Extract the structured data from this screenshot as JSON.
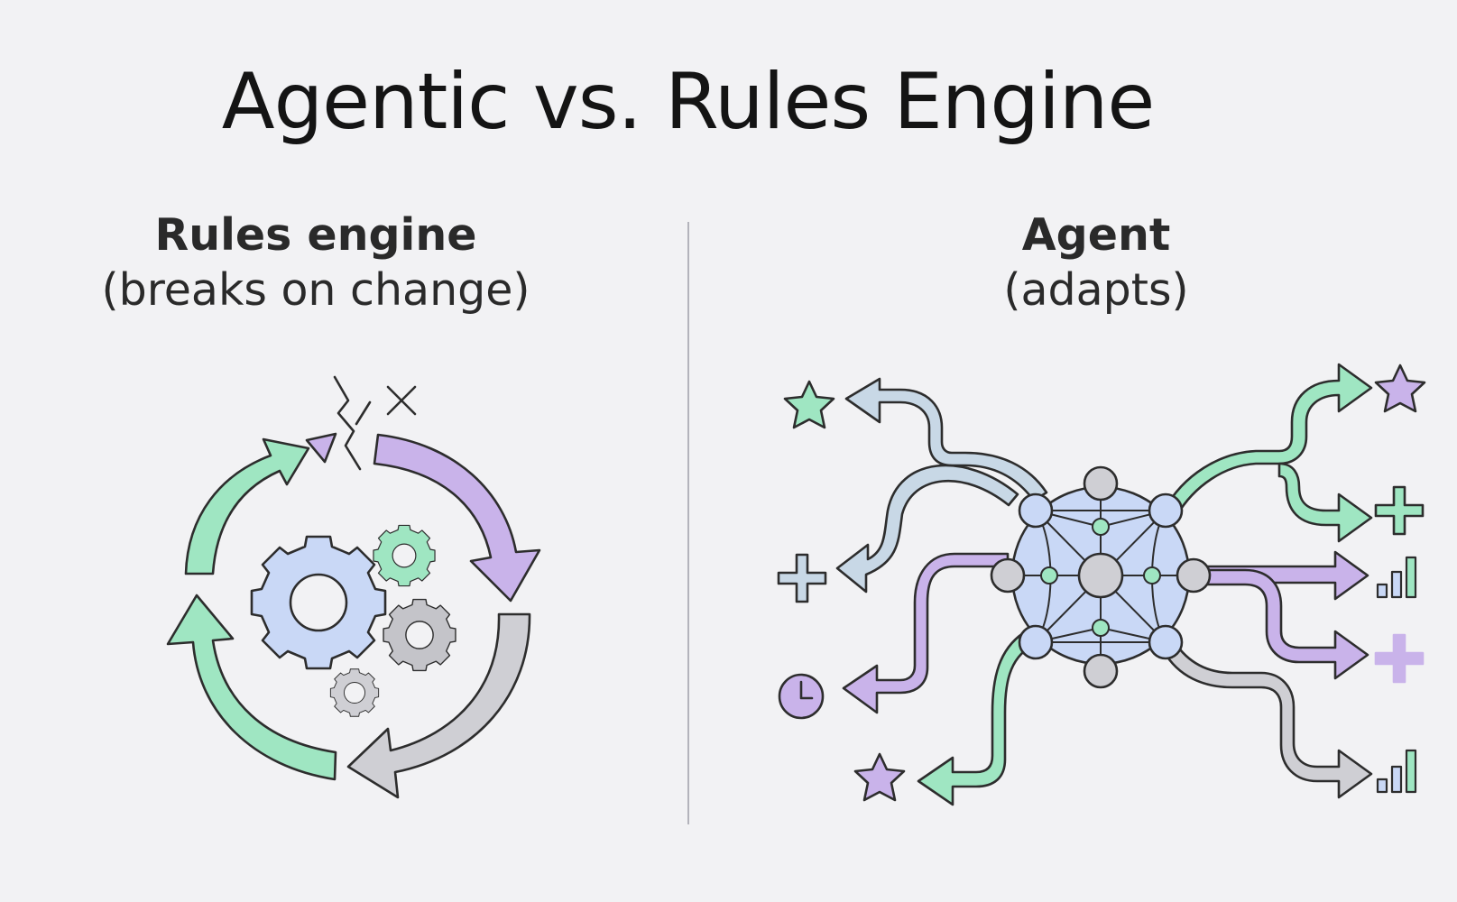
{
  "title": "Agentic vs. Rules Engine",
  "left": {
    "heading": "Rules engine",
    "subheading": "(breaks on change)"
  },
  "right": {
    "heading": "Agent",
    "subheading": "(adapts)"
  },
  "colors": {
    "background": "#f2f2f4",
    "green": "#9fe6c2",
    "purple": "#c9b3ea",
    "gray": "#cfcfd4",
    "blue": "#c9d8f6",
    "slate": "#c8d8e6",
    "outline": "#2d2d2d"
  },
  "icons": [
    "star-icon",
    "plus-icon",
    "clock-icon",
    "bar-chart-icon",
    "gear-icon",
    "broken-link-icon",
    "x-icon",
    "network-hub-icon"
  ]
}
